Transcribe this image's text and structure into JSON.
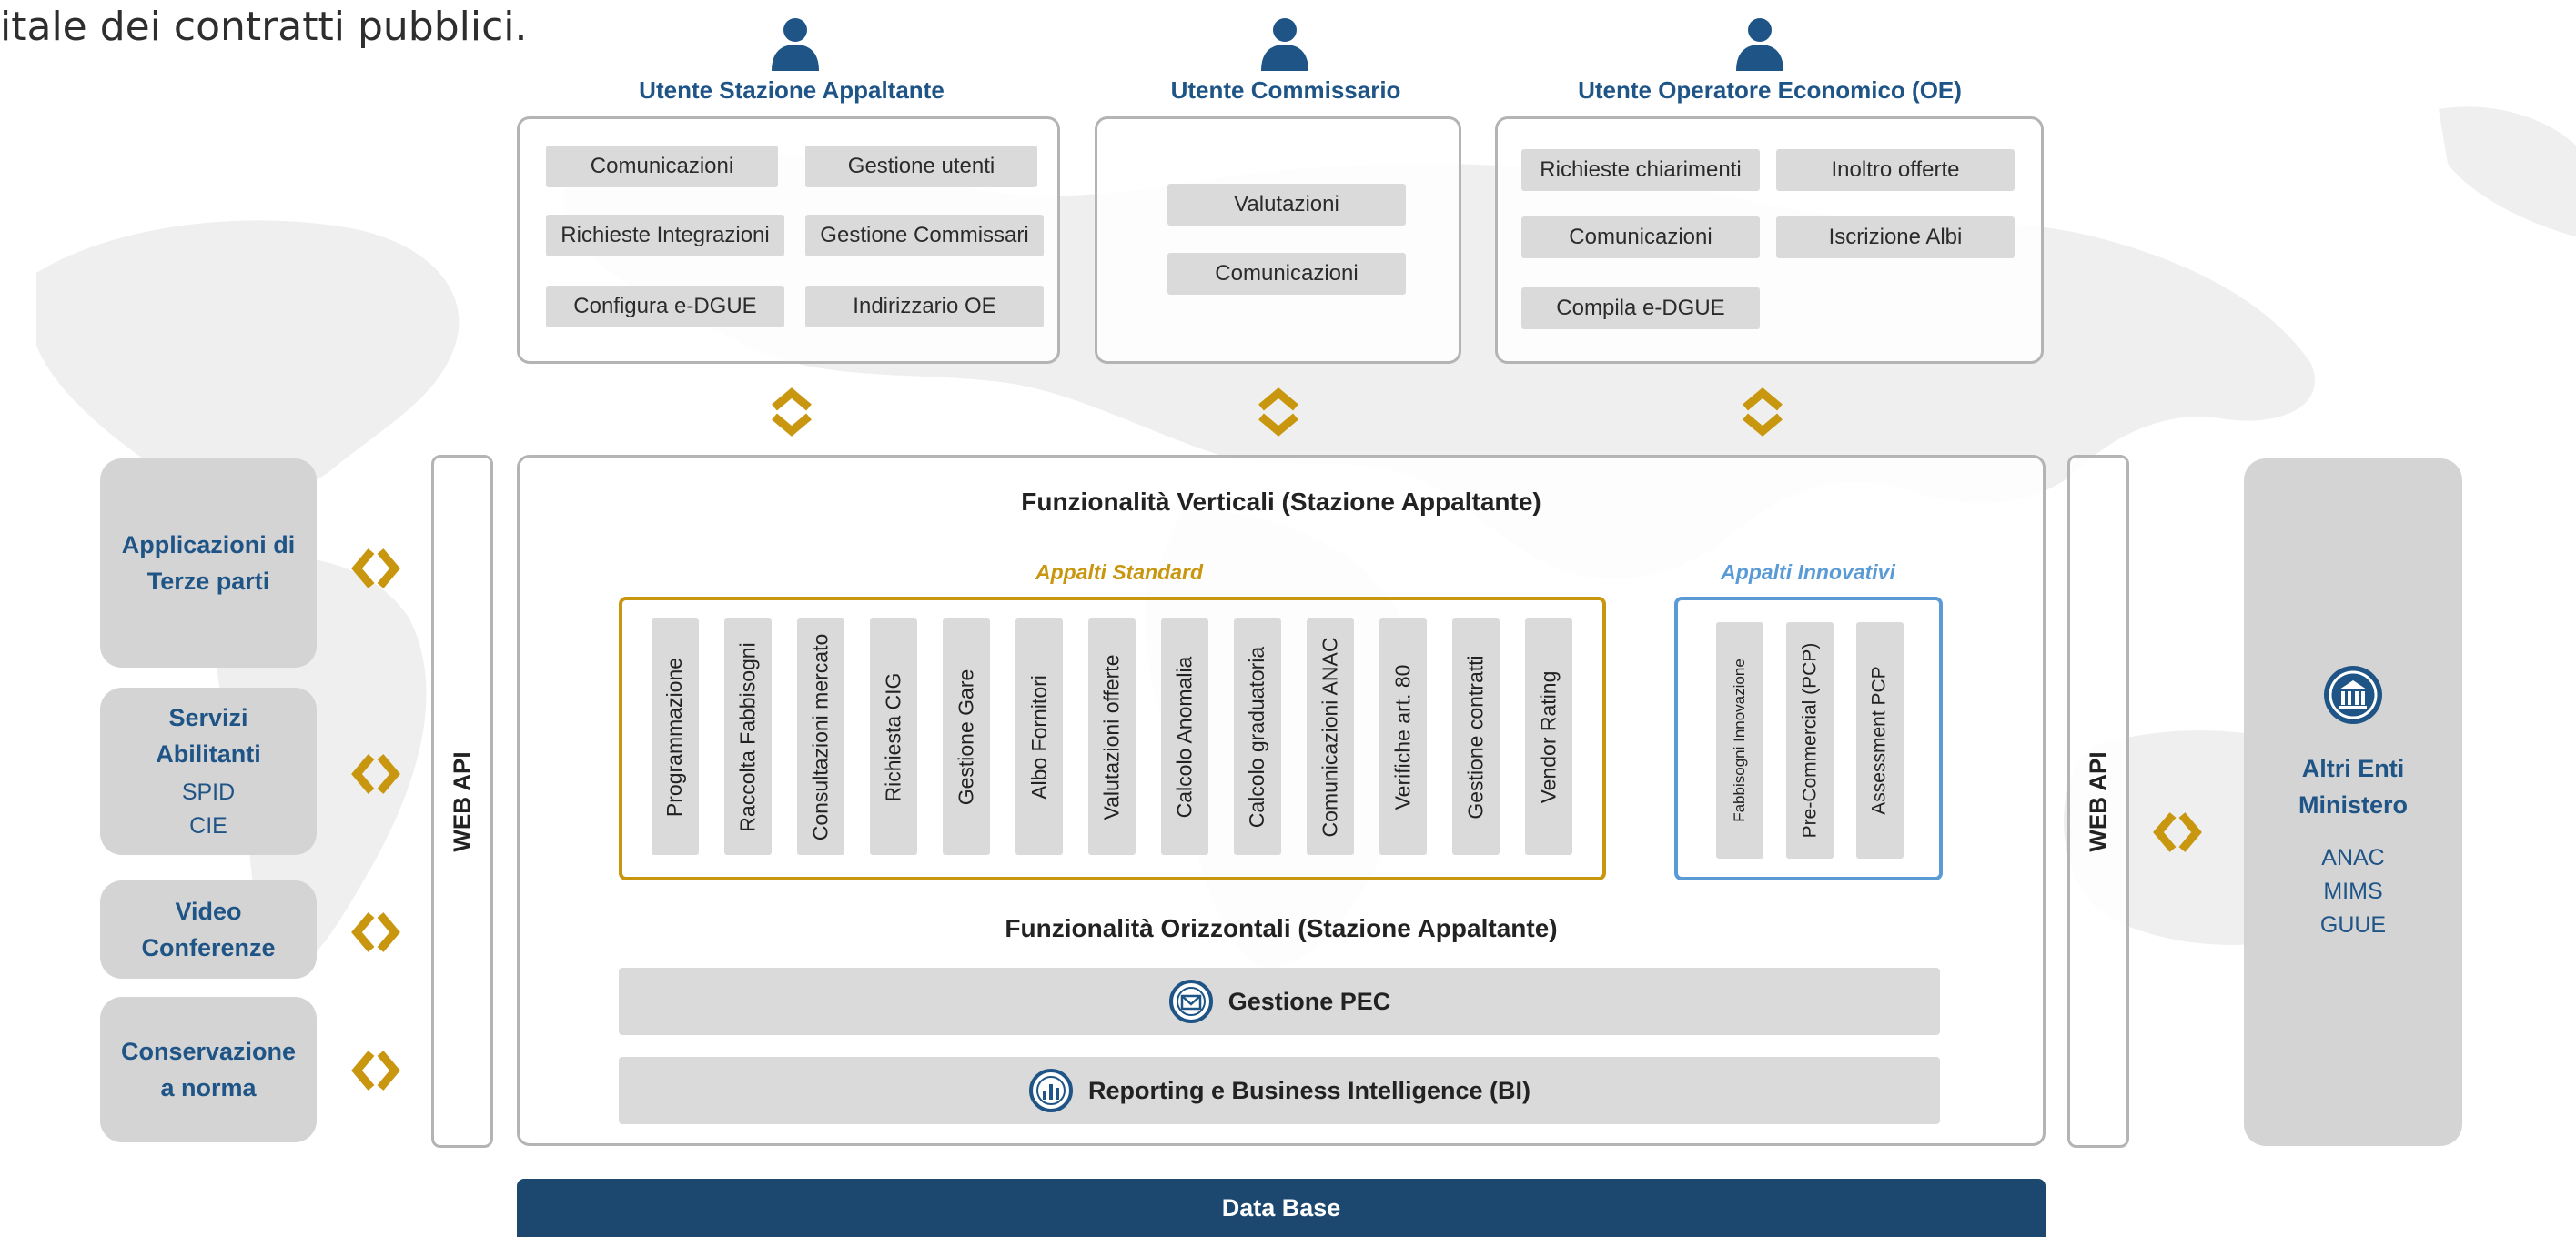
{
  "caption": "itale dei contratti pubblici.",
  "colors": {
    "brand_blue": "#1f5487",
    "accent_gold": "#c8960f",
    "innov_blue": "#5b9bd5",
    "panel_border": "#b4b4b4",
    "pill_gray": "#dadada",
    "db_navy": "#1c4870"
  },
  "users": [
    {
      "title": "Utente Stazione Appaltante",
      "icon": "user-icon",
      "items": [
        "Comunicazioni",
        "Gestione utenti",
        "Richieste Integrazioni",
        "Gestione Commissari",
        "Configura e-DGUE",
        "Indirizzario OE"
      ]
    },
    {
      "title": "Utente Commissario",
      "icon": "user-icon",
      "items": [
        "Valutazioni",
        "Comunicazioni"
      ]
    },
    {
      "title": "Utente Operatore Economico (OE)",
      "icon": "user-icon",
      "items": [
        "Richieste chiarimenti",
        "Inoltro offerte",
        "Comunicazioni",
        "Iscrizione Albi",
        "Compila e-DGUE"
      ]
    }
  ],
  "left_services": [
    {
      "title": "Applicazioni di Terze parti",
      "sub": ""
    },
    {
      "title": "Servizi Abilitanti",
      "sub": "SPID CIE"
    },
    {
      "title": "Video Conferenze",
      "sub": ""
    },
    {
      "title": "Conservazione a norma",
      "sub": ""
    }
  ],
  "web_api": "WEB API",
  "main": {
    "vertical_title": "Funzionalità Verticali (Stazione Appaltante)",
    "standard_label": "Appalti Standard",
    "standard_items": [
      "Programmazione",
      "Raccolta Fabbisogni",
      "Consultazioni mercato",
      "Richiesta CIG",
      "Gestione Gare",
      "Albo Fornitori",
      "Valutazioni offerte",
      "Calcolo Anomalia",
      "Calcolo graduatoria",
      "Comunicazioni ANAC",
      "Verifiche art. 80",
      "Gestione contratti",
      "Vendor Rating"
    ],
    "innovative_label": "Appalti Innovativi",
    "innovative_items": [
      "Fabbisogni Innovazione",
      "Pre-Commercial (PCP)",
      "Assessment PCP"
    ],
    "horizontal_title": "Funzionalità Orizzontali (Stazione Appaltante)",
    "pec": "Gestione PEC",
    "bi": "Reporting e Business Intelligence (BI)"
  },
  "right_entity": {
    "title": "Altri Enti Ministero",
    "icon": "institution-icon",
    "items": [
      "ANAC",
      "MIMS",
      "GUUE"
    ]
  },
  "database": "Data Base"
}
